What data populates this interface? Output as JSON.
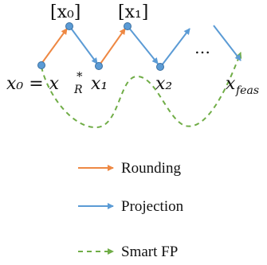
{
  "diagram": {
    "labels": {
      "x0_eq": "x₀ = x",
      "x_r_sub": "R",
      "x_r_sup": "*",
      "x1": "x₁",
      "x2": "x₂",
      "x_feas": "x",
      "feas_sub": "feas",
      "round_x0": "[x₀]",
      "round_x1": "[x₁]",
      "ellipsis": "…"
    },
    "colors": {
      "rounding": "#ee8843",
      "projection": "#5b9bd5",
      "smart_fp": "#70ad47",
      "node": "#5b9bd5"
    }
  },
  "legend": {
    "rounding": "Rounding",
    "projection": "Projection",
    "smart_fp": "Smart FP"
  }
}
